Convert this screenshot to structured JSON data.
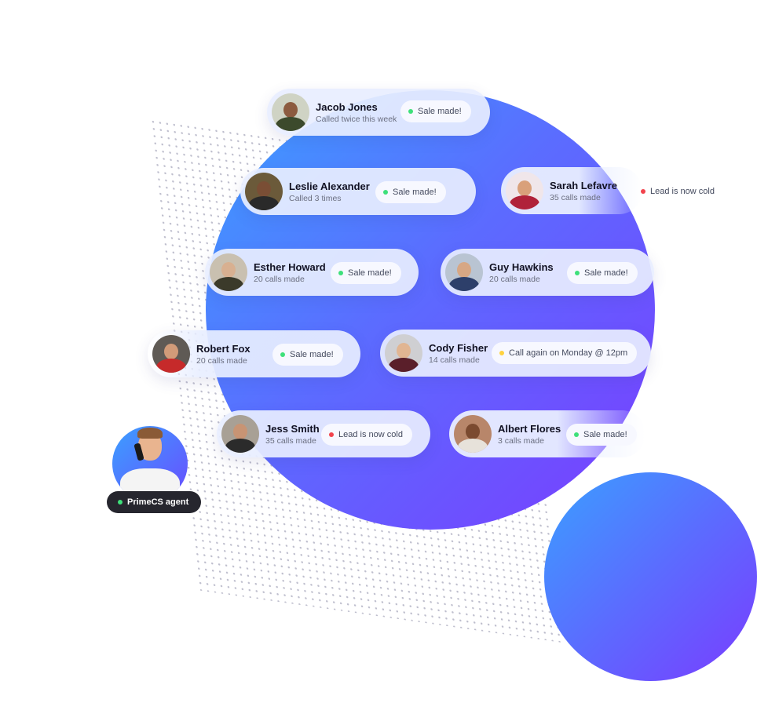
{
  "colors": {
    "green_status": "#3ee07a",
    "red_status": "#f2434c",
    "yellow_status": "#ffd23f",
    "gradient_start": "#3aa0ff",
    "gradient_end": "#7a3cff"
  },
  "contacts": [
    {
      "name": "Jacob Jones",
      "sub": "Called twice this week",
      "status": "Sale made!",
      "status_color": "green"
    },
    {
      "name": "Leslie Alexander",
      "sub": "Called 3 times",
      "status": "Sale made!",
      "status_color": "green"
    },
    {
      "name": "Sarah Lefavre",
      "sub": "35 calls made",
      "status": "Lead is now cold",
      "status_color": "red"
    },
    {
      "name": "Esther Howard",
      "sub": "20 calls made",
      "status": "Sale made!",
      "status_color": "green"
    },
    {
      "name": "Guy Hawkins",
      "sub": "20 calls made",
      "status": "Sale made!",
      "status_color": "green"
    },
    {
      "name": "Robert Fox",
      "sub": "20 calls made",
      "status": "Sale made!",
      "status_color": "green"
    },
    {
      "name": "Cody Fisher",
      "sub": "14 calls made",
      "status": "Call again on Monday @ 12pm",
      "status_color": "yellow"
    },
    {
      "name": "Jess Smith",
      "sub": "35 calls made",
      "status": "Lead is now cold",
      "status_color": "red"
    },
    {
      "name": "Albert Flores",
      "sub": "3 calls made",
      "status": "Sale made!",
      "status_color": "green"
    }
  ],
  "agent": {
    "label": "PrimeCS agent",
    "status_color": "green"
  }
}
